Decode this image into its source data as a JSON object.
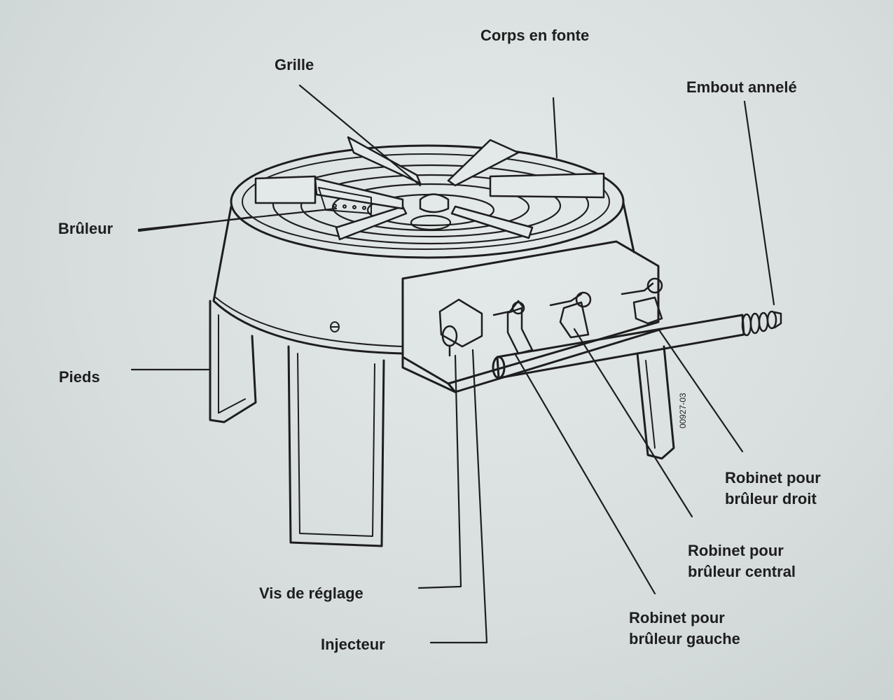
{
  "labels": {
    "corps": "Corps en fonte",
    "grille": "Grille",
    "embout": "Embout annelé",
    "bruleur": "Brûleur",
    "pieds": "Pieds",
    "robinet_droit": [
      "Robinet pour",
      "brûleur droit"
    ],
    "robinet_central": [
      "Robinet pour",
      "brûleur central"
    ],
    "robinet_gauche": [
      "Robinet pour",
      "brûleur gauche"
    ],
    "vis": "Vis de réglage",
    "injecteur": "Injecteur"
  },
  "drawing_code": "00927-03",
  "colors": {
    "paper": "#dce2e2",
    "ink": "#1e1e1e"
  }
}
